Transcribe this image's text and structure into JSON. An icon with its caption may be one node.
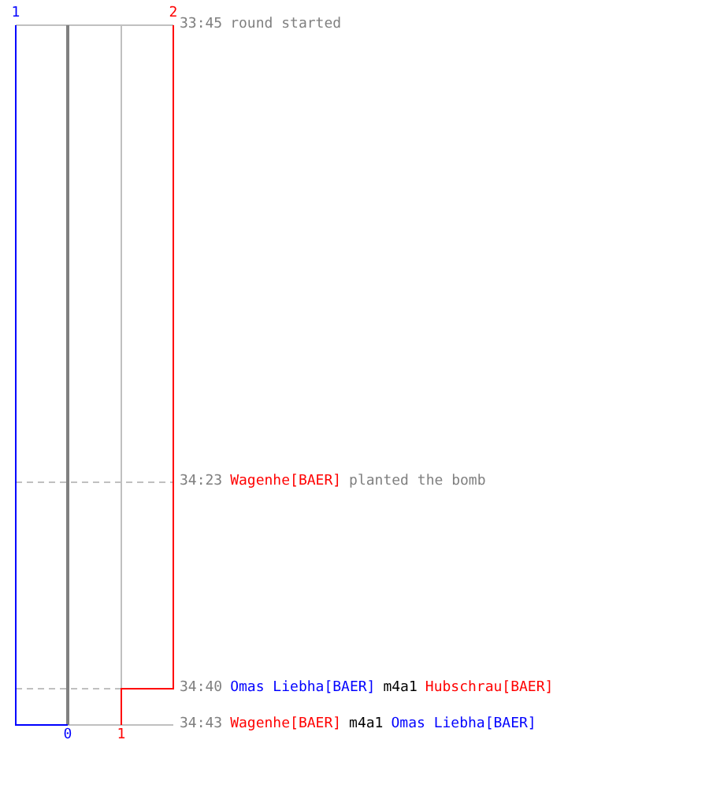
{
  "diagram": {
    "labels": [
      "1",
      "2",
      "33:45",
      "round started",
      "34:23",
      "Wagenhe[BAER]",
      "planted the bomb",
      "34:40",
      "Omas Liebha[BAER]",
      "m4a1",
      "Hubschrau[BAER]",
      "34:43",
      "Wagenhe[BAER]",
      "m4a1",
      "Omas Liebha[BAER]",
      "0",
      "1"
    ]
  }
}
